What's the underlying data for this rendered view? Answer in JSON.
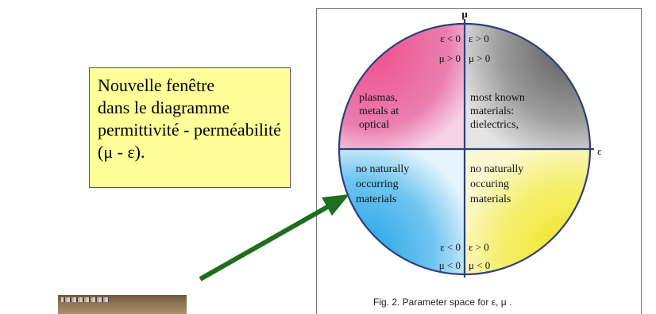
{
  "callout": {
    "lines": [
      "Nouvelle fenêtre",
      "dans le diagramme",
      "permittivité -  perméabilité",
      "(μ - ε)."
    ]
  },
  "diagram": {
    "axis_mu": "μ",
    "axis_eps": "ε",
    "quadrants": {
      "top_left": {
        "signs_eps": "ε < 0",
        "signs_mu": "μ > 0",
        "text": [
          "plasmas,",
          "metals at",
          "optical"
        ],
        "color": "#e9558f"
      },
      "top_right": {
        "signs_eps": "ε > 0",
        "signs_mu": "μ > 0",
        "text": [
          "most known",
          "materials:",
          "dielectrics,"
        ],
        "color": "#8f8f8f"
      },
      "bottom_left": {
        "signs_eps": "ε < 0",
        "signs_mu": "μ < 0",
        "text": [
          "no naturally",
          "occurring",
          "materials"
        ],
        "color": "#29a6e0"
      },
      "bottom_right": {
        "signs_eps": "ε > 0",
        "signs_mu": "μ < 0",
        "text": [
          "no naturally",
          "occuring",
          "materials"
        ],
        "color": "#f4ee4a"
      }
    },
    "caption": "Fig. 2. Parameter space for  ε, μ  ."
  },
  "colors": {
    "callout_bg": "#ffff99",
    "arrow": "#1e6e1e",
    "axis": "#2b3f7a"
  }
}
